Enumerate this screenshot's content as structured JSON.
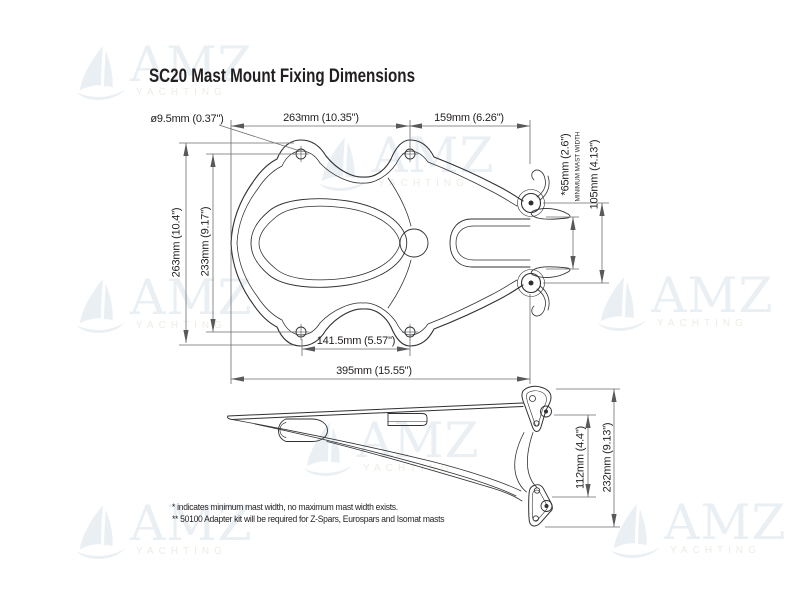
{
  "title": "SC20 Mast Mount Fixing Dimensions",
  "watermark": {
    "brand": "AMZ",
    "sub": "YACHTING"
  },
  "colors": {
    "line": "#2f3033",
    "dim": "#6d6e71",
    "arrow": "#58595b",
    "text": "#231f20",
    "wm": "#e9eff3",
    "wmsub": "#efece4"
  },
  "dimensions": {
    "hole_diameter": {
      "label": "ø9.5mm (0.37\")"
    },
    "top_left_span": {
      "label": "263mm (10.35\")"
    },
    "top_right_span": {
      "label": "159mm (6.26\")"
    },
    "overall_height": {
      "label": "263mm (10.4\")"
    },
    "hole_height_span": {
      "label": "233mm (9.17\")"
    },
    "min_mast_width": {
      "label": "*65mm (2.6\")",
      "note": "MINIMUM MAST WIDTH"
    },
    "clamp_span": {
      "label": "105mm (4.13\")"
    },
    "lower_hole_span": {
      "label": "141.5mm (5.57\")"
    },
    "overall_width": {
      "label": "395mm (15.55\")"
    },
    "side_inner_height": {
      "label": "112mm (4.4\")"
    },
    "side_overall_height": {
      "label": "232mm (9.13\")"
    }
  },
  "footnotes": [
    "* indicates minimum mast width, no maximum mast width exists.",
    "** 50100 Adapter kit will be required for Z-Spars, Eurospars and Isomat masts"
  ]
}
